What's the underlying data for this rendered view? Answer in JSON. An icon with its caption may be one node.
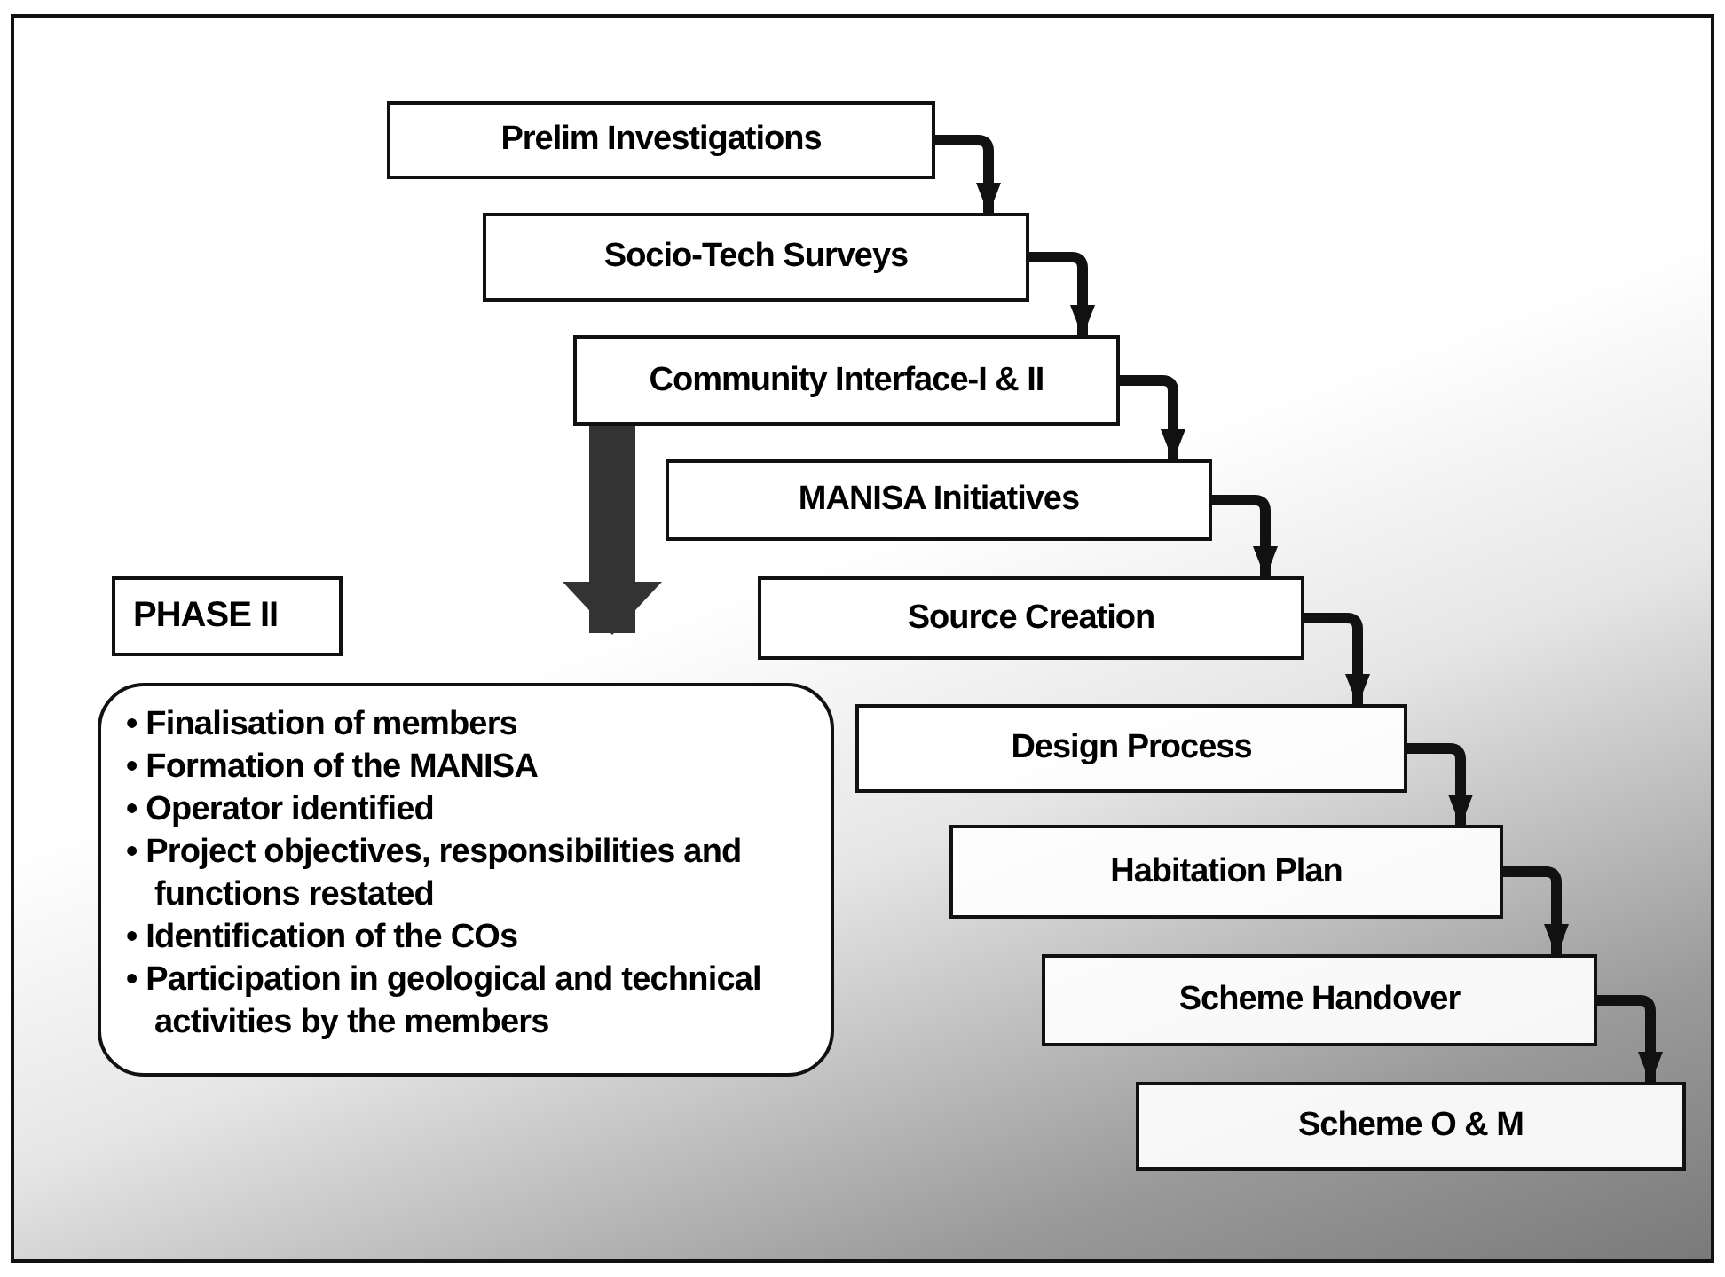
{
  "diagram": {
    "nodes": [
      {
        "text": [
          "Prelim Investigations"
        ]
      },
      {
        "text": [
          "Socio-Tech Surveys"
        ]
      },
      {
        "text": [
          "Community Interface-I & II"
        ]
      },
      {
        "text": [
          "MANISA Initiatives"
        ]
      },
      {
        "text": [
          "Source Creation"
        ]
      },
      {
        "text": [
          "Design Process"
        ]
      },
      {
        "text": [
          "Habitation Plan"
        ]
      },
      {
        "text": [
          "Scheme Handover"
        ]
      },
      {
        "text": [
          "Scheme O & M"
        ]
      },
      {
        "text": [
          "PHASE II"
        ]
      },
      {
        "text": [
          "• Finalisation of members",
          "• Formation of the MANISA",
          "• Operator identified",
          "• Project objectives, responsibilities and functions restated",
          "• Identification of the COs",
          "• Participation in geological and technical activities by the members"
        ]
      }
    ],
    "edges": [
      {
        "from": 0,
        "to": 1,
        "arrow": "to"
      },
      {
        "from": 1,
        "to": 2,
        "arrow": "to"
      },
      {
        "from": 2,
        "to": 3,
        "arrow": "to"
      },
      {
        "from": 3,
        "to": 4,
        "arrow": "to"
      },
      {
        "from": 4,
        "to": 5,
        "arrow": "to"
      },
      {
        "from": 5,
        "to": 6,
        "arrow": "to"
      },
      {
        "from": 6,
        "to": 7,
        "arrow": "to"
      },
      {
        "from": 7,
        "to": 8,
        "arrow": "to"
      },
      {
        "from": 2,
        "to": 10,
        "arrow": "to",
        "style": "thick"
      }
    ]
  }
}
